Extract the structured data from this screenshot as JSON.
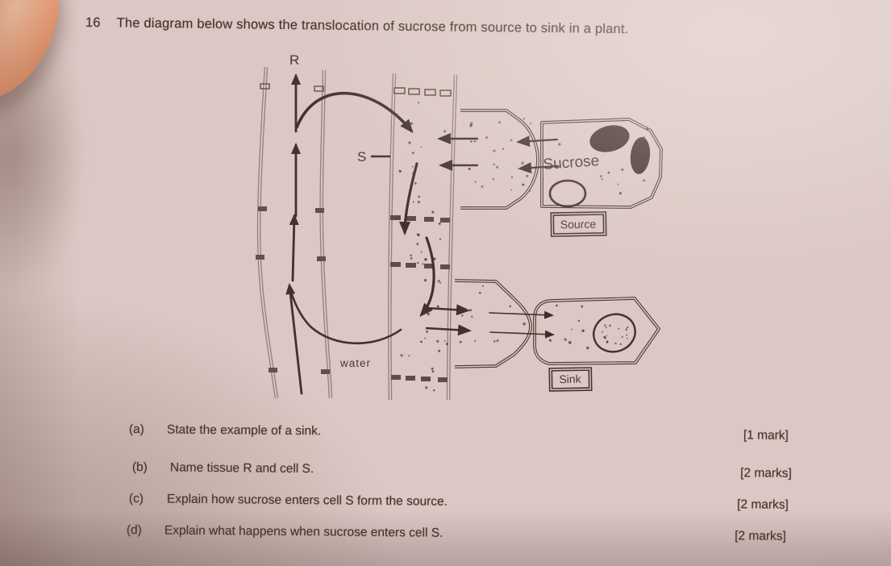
{
  "page": {
    "question_number": "16",
    "title": "The diagram below shows the translocation of sucrose from source to sink in a plant.",
    "parts": [
      {
        "label": "(a)",
        "text": "State the example of a sink.",
        "marks": "[1 mark]"
      },
      {
        "label": "(b)",
        "text": "Name tissue R and cell S.",
        "marks": "[2 marks]"
      },
      {
        "label": "(c)",
        "text": "Explain how sucrose enters cell S form the source.",
        "marks": "[2 marks]"
      },
      {
        "label": "(d)",
        "text": "Explain what happens when sucrose enters cell S.",
        "marks": "[2 marks]"
      }
    ]
  },
  "diagram": {
    "labels": {
      "tissue_r": "R",
      "cell_s": "S",
      "sucrose": "Sucrose",
      "source": "Source",
      "sink": "Sink",
      "water": "water"
    },
    "colors": {
      "ink": "#42312c",
      "vessel_wall": "#93817d",
      "paper": "#dbc7c3",
      "finger_skin": "#eaa57f"
    }
  }
}
